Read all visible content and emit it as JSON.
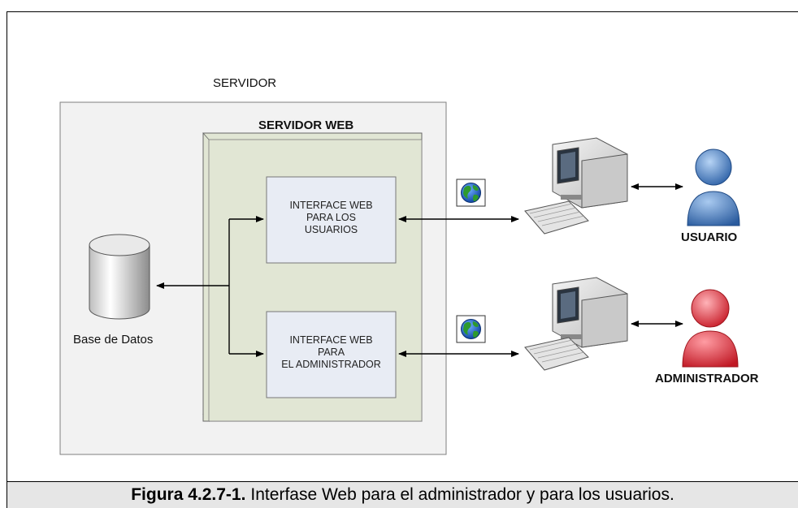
{
  "diagram": {
    "server_label": "SERVIDOR",
    "web_server_label": "SERVIDOR WEB",
    "database_label": "Base de Datos",
    "user_interface_lines": [
      "INTERFACE WEB",
      "PARA LOS",
      "USUARIOS"
    ],
    "admin_interface_lines": [
      "INTERFACE WEB",
      "PARA",
      "EL ADMINISTRADOR"
    ],
    "user_label": "USUARIO",
    "admin_label": "ADMINISTRADOR",
    "icons": [
      "database-cylinder-icon",
      "globe-icon",
      "computer-icon",
      "user-person-icon",
      "admin-person-icon"
    ],
    "colors": {
      "server_fill": "#f2f2f2",
      "web_server_fill": "#e1e6d4",
      "interface_fill": "#e8ecf4",
      "user_blue": "#3b78c6",
      "admin_red": "#e0303a"
    }
  },
  "caption": {
    "figure_number": "Figura 4.2.7-1.",
    "text": "Interfase Web para el administrador y para los usuarios."
  }
}
